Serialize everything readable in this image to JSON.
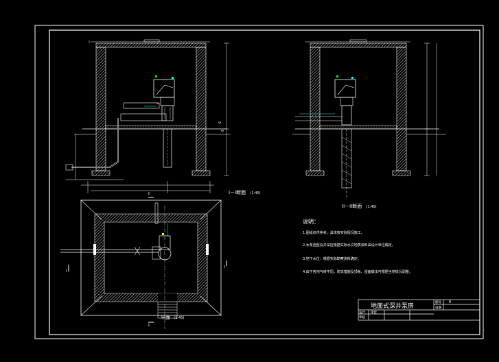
{
  "sections": {
    "section1": {
      "title": "I－I断面",
      "scale": "(1:40)"
    },
    "section2": {
      "title": "II－II断面",
      "scale": "(1:40)"
    },
    "plan": {
      "title": "平面",
      "scale": "(1:40)"
    }
  },
  "notes": {
    "heading": "说明：",
    "items": [
      "1.图纸仅供参考，具体按实际情况施工。",
      "2.水泵选型及井深应根据实际水文地质资料由设计单位确定。",
      "3.地下水位：根据实际勘察资料确定。",
      "4.由于各地气候不同，防冻措施及顶板、屋面做法可根据当地情况调整。"
    ]
  },
  "title_block": {
    "drawing_title": "地面式深井泵房",
    "sheet_no_label": "图号",
    "sheet_no": "8",
    "date_label": "日期",
    "design_label": "设计",
    "check_label": "审核",
    "approve_label": "审定"
  },
  "plan_marks": {
    "left": "I",
    "right": "I",
    "top": "II",
    "bottom": "II"
  },
  "colors": {
    "background": "#000000",
    "frame": "#ffffff",
    "wall_hatch": "#ffffff",
    "pipe_cyan": "#00ffff",
    "accent_yellow": "#ffff00",
    "accent_green": "#00ff00",
    "accent_red": "#ff3333"
  }
}
